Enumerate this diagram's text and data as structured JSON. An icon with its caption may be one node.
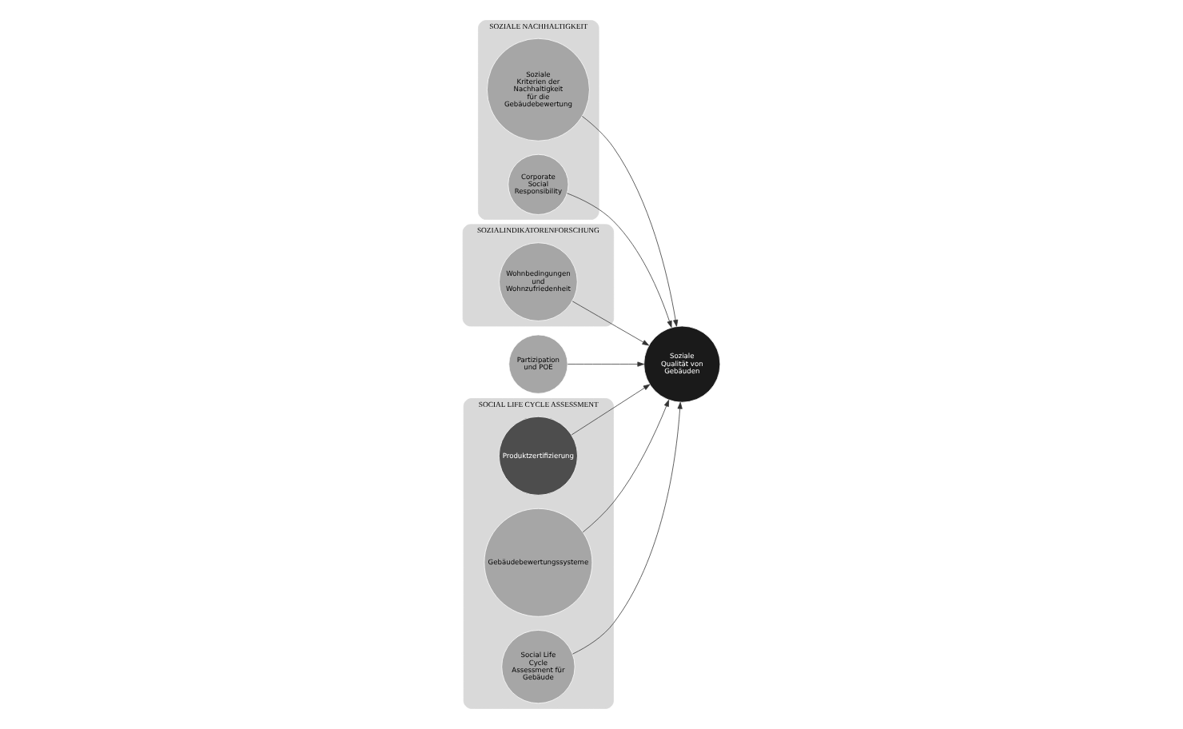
{
  "diagram": {
    "nodes": [
      {
        "text": [
          "SOZIALE NACHHALTIGKEIT"
        ]
      },
      {
        "text": [
          "Soziale Kriterien der Nachhaltigkeit für die Gebäudebewertung"
        ],
        "in": 0
      },
      {
        "text": [
          "Corporate Social Responsibility"
        ],
        "in": 0
      },
      {
        "text": [
          "SOZIALINDIKATORENFORSCHUNG"
        ]
      },
      {
        "text": [
          "Partizipation und POE"
        ]
      },
      {
        "text": [
          "Wohnbedingungen und Wohnzufriedenheit"
        ],
        "in": 3
      },
      {
        "text": [
          "SOCIAL LIFE CYCLE ASSESSMENT"
        ]
      },
      {
        "text": [
          "Produktzertifizierung"
        ],
        "in": 6
      },
      {
        "text": [
          "Gebäudebewertungssysteme"
        ],
        "in": 6
      },
      {
        "text": [
          "Social Life Cycle Assessment für Gebäude"
        ],
        "in": 6
      },
      {
        "text": [
          "Soziale Qualität von Gebäuden"
        ]
      }
    ],
    "edges": [
      {
        "from": 1,
        "to": 10,
        "arrow": "to"
      },
      {
        "from": 2,
        "to": 10,
        "arrow": "to"
      },
      {
        "from": 7,
        "to": 10,
        "arrow": "to"
      },
      {
        "from": 4,
        "to": 10,
        "arrow": "to"
      },
      {
        "from": 8,
        "to": 10,
        "arrow": "to"
      },
      {
        "from": 5,
        "to": 10,
        "arrow": "to"
      },
      {
        "from": 9,
        "to": 10,
        "arrow": "to"
      }
    ]
  }
}
